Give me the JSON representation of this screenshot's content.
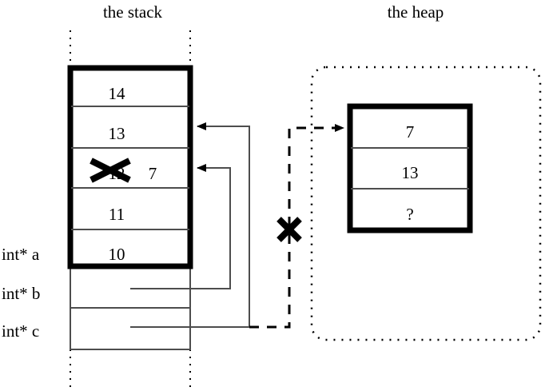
{
  "diagram": {
    "title_left": "the stack",
    "title_right": "the heap",
    "stack": {
      "region_label": "the stack",
      "upper_cells": [
        {
          "value": "14"
        },
        {
          "value": "13"
        },
        {
          "value": "12",
          "struck": true,
          "new_value": "7"
        },
        {
          "value": "11"
        },
        {
          "value": "10"
        }
      ],
      "pointer_rows": [
        {
          "label": "int* a",
          "value": ""
        },
        {
          "label": "int* b",
          "value": ""
        },
        {
          "label": "int* c",
          "value": ""
        }
      ],
      "variable_labels": [
        "int* a",
        "int* b",
        "int* c"
      ]
    },
    "heap": {
      "region_label": "the heap",
      "cells": [
        {
          "value": "7"
        },
        {
          "value": "13"
        },
        {
          "value": "?"
        }
      ]
    },
    "markers": {
      "struck_cell_old_value": "12",
      "struck_cell_new_value": "7",
      "broken_pointer_mark": "X",
      "unknown_value": "?"
    },
    "colors": {
      "ink": "#000000",
      "background": "#ffffff",
      "thin_line": "#4d4d4d"
    }
  }
}
